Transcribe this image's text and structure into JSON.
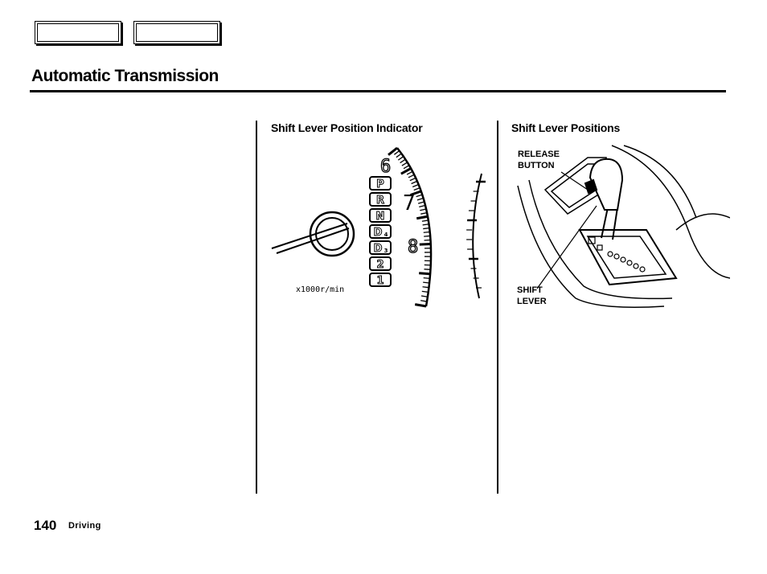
{
  "header": {
    "title": "Automatic Transmission"
  },
  "sections": {
    "indicator": {
      "heading": "Shift Lever Position Indicator",
      "positions": [
        "P",
        "R",
        "N",
        "D",
        "D",
        "2",
        "1"
      ],
      "drive_subscripts": [
        "4",
        "3"
      ],
      "tach_numbers": [
        "6",
        "7",
        "8"
      ],
      "tach_unit": "x1000r/min"
    },
    "positions": {
      "heading": "Shift Lever Positions",
      "release_label_line1": "RELEASE",
      "release_label_line2": "BUTTON",
      "shift_label_line1": "SHIFT",
      "shift_label_line2": "LEVER"
    }
  },
  "footer": {
    "page_number": "140",
    "section": "Driving"
  }
}
